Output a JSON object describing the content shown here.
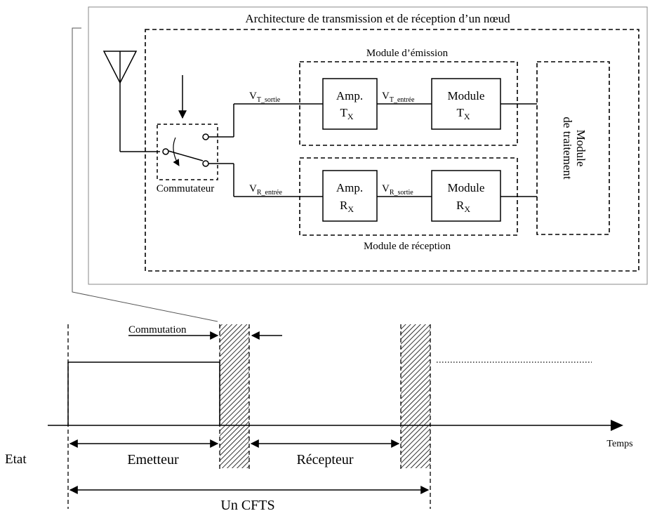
{
  "architecture_title": "Architecture de transmission et de réception d’un nœud",
  "emission_title": "Module d’émission",
  "reception_title": "Module de réception",
  "switch_label": "Commutateur",
  "v_t_sortie": {
    "main": "V",
    "sub": "T_sortie"
  },
  "v_t_entree": {
    "main": "V",
    "sub": "T_entrée"
  },
  "v_r_entree": {
    "main": "V",
    "sub": "R_entrée"
  },
  "v_r_sortie": {
    "main": "V",
    "sub": "R_sortie"
  },
  "amp_tx": {
    "line1": "Amp.",
    "main": "T",
    "sub": "X"
  },
  "module_tx": {
    "line1": "Module",
    "main": "T",
    "sub": "X"
  },
  "amp_rx": {
    "line1": "Amp.",
    "main": "R",
    "sub": "X"
  },
  "module_rx": {
    "line1": "Module",
    "main": "R",
    "sub": "X"
  },
  "processing": {
    "line1": "Module",
    "line2": "de traitement"
  },
  "commutation_label": "Commutation",
  "etat_label": "Etat",
  "emetteur_label": "Emetteur",
  "recepteur_label": "Récepteur",
  "cfts_label": "Un CFTS",
  "temps_label": "Temps"
}
